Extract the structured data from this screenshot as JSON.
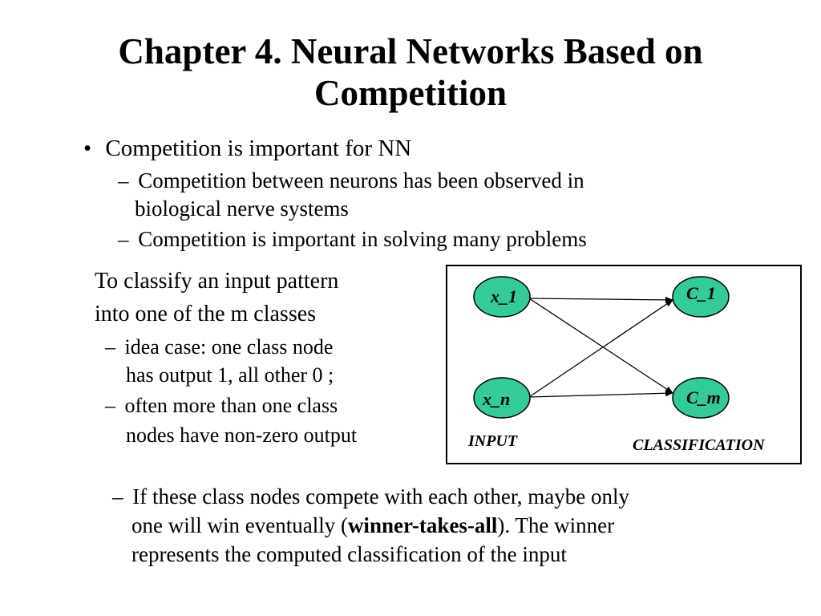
{
  "slide": {
    "title_line1": "Chapter 4. Neural Networks Based on",
    "title_line2": "Competition",
    "bullet_main": {
      "marker": "•",
      "text": "Competition is important for NN"
    },
    "sub_bullets": [
      {
        "marker": "–",
        "line1": "Competition between neurons has been observed in",
        "line2": "biological nerve systems"
      },
      {
        "marker": "–",
        "line1": "Competition is important in solving many problems"
      }
    ],
    "classify_text": {
      "line1": "To classify an input pattern",
      "line2": "into one of the m classes"
    },
    "classify_bullets": [
      {
        "marker": "–",
        "line1": "idea case: one class node",
        "line2": "has output 1, all other 0 ;"
      },
      {
        "marker": "–",
        "line1": "often more than one class",
        "line2": "nodes have non-zero output"
      }
    ],
    "bottom_bullet": {
      "marker": "–",
      "line1": "If these class nodes compete with each other, maybe only",
      "line2_before": "one will win eventually (",
      "line2_bold": "winner-takes-all",
      "line2_after": "). The winner",
      "line3": "represents the computed classification of the input"
    }
  },
  "diagram": {
    "node_fill": "#33cc99",
    "nodes": {
      "x1": "x_1",
      "xn": "x_n",
      "c1": "C_1",
      "cm": "C_m"
    },
    "captions": {
      "input": "INPUT",
      "classification": "CLASSIFICATION"
    }
  }
}
